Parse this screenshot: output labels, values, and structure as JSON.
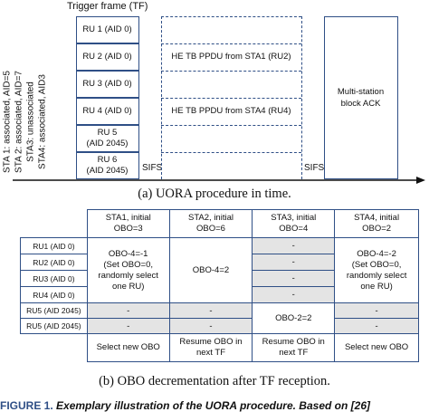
{
  "fig_a": {
    "trigger_frame_label": "Trigger frame (TF)",
    "ru_labels": [
      "RU 1 (AID 0)",
      "RU 2 (AID 0)",
      "RU 3 (AID 0)",
      "RU 4 (AID 0)",
      "RU 5\n(AID 2045)",
      "RU 6\n(AID 2045)"
    ],
    "ppdu_sta1": "HE TB PPDU from STA1 (RU2)",
    "ppdu_sta4": "HE TB PPDU from STA4 (RU4)",
    "ack": "Multi-station\nblock ACK",
    "sifs1": "SIFS",
    "sifs2": "SIFS",
    "stations": [
      "STA 1: associated, AID=5",
      "STA 2: associated, AID=7",
      "STA3: unassociated",
      "STA4: associated, AID3"
    ],
    "caption": "(a) UORA procedure in time."
  },
  "fig_b": {
    "headers": [
      "STA1, initial\nOBO=3",
      "STA2, initial\nOBO=6",
      "STA3, initial\nOBO=4",
      "STA4, initial\nOBO=2"
    ],
    "row_labels": [
      "RU1 (AID 0)",
      "RU2 (AID 0)",
      "RU3 (AID 0)",
      "RU4 (AID 0)",
      "RU5 (AID 2045)",
      "RU5 (AID 2045)"
    ],
    "sta1_main": "OBO-4=-1\n(Set OBO=0,\nrandomly select\none RU)",
    "sta2_main": "OBO-4=2",
    "sta3_dashes": [
      "-",
      "-",
      "-",
      "-"
    ],
    "sta4_main": "OBO-4=-2\n(Set OBO=0,\nrandomly select\none RU)",
    "ru5_sta1": "-",
    "ru5_sta2": "-",
    "ru5_sta4": "-",
    "ru6_sta1": "-",
    "ru6_sta2": "-",
    "ru6_sta4": "-",
    "sta3_ru5": "OBO-2=2",
    "footer": [
      "Select new OBO",
      "Resume OBO in\nnext TF",
      "Resume OBO in\nnext TF",
      "Select new OBO"
    ],
    "caption": "(b) OBO decrementation after TF reception."
  },
  "figure_label": "FIGURE 1.",
  "figure_text": "Exemplary illustration of the UORA procedure. Based on [26]"
}
